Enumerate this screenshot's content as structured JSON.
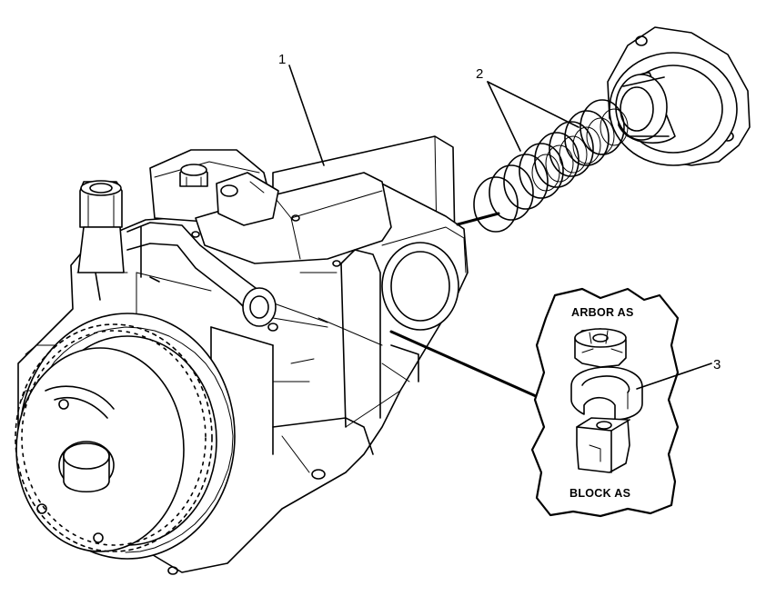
{
  "callouts": {
    "pump_number": "1",
    "spring_number": "2",
    "insert_number": "3"
  },
  "detail": {
    "arbor_label": "ARBOR AS",
    "block_label": "BLOCK AS"
  },
  "colors": {
    "ink": "#000000",
    "paper": "#ffffff"
  }
}
